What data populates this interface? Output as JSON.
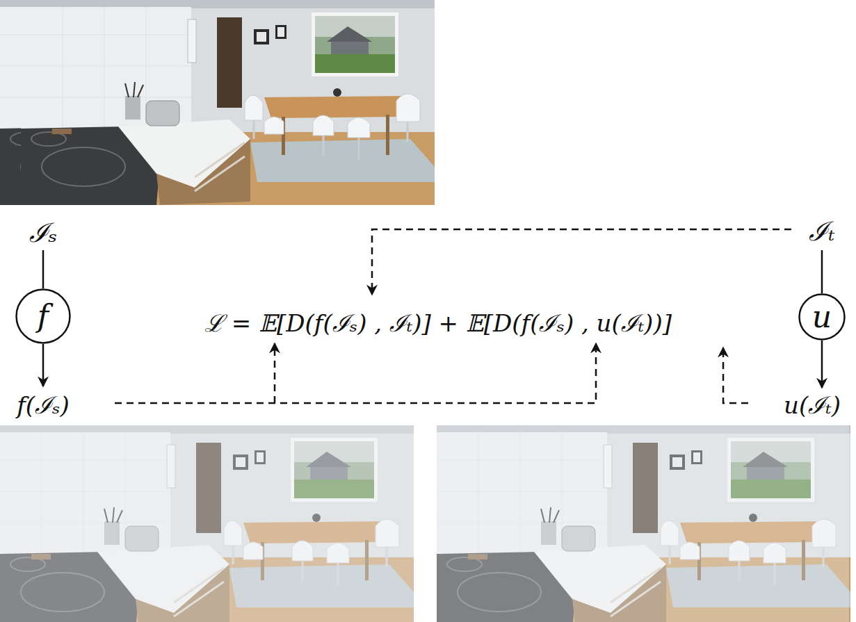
{
  "diagram": {
    "nodes": [
      {
        "text": [
          "f"
        ]
      },
      {
        "text": [
          "u"
        ]
      }
    ],
    "labels": [
      "ℐₛ",
      "ℐₜ",
      "ℒ = 𝔼[D(f(ℐₛ) , ℐₜ)] + 𝔼[D(f(ℐₛ) , u(ℐₜ))]",
      "f(ℐₛ)",
      "u(ℐₜ)"
    ]
  }
}
